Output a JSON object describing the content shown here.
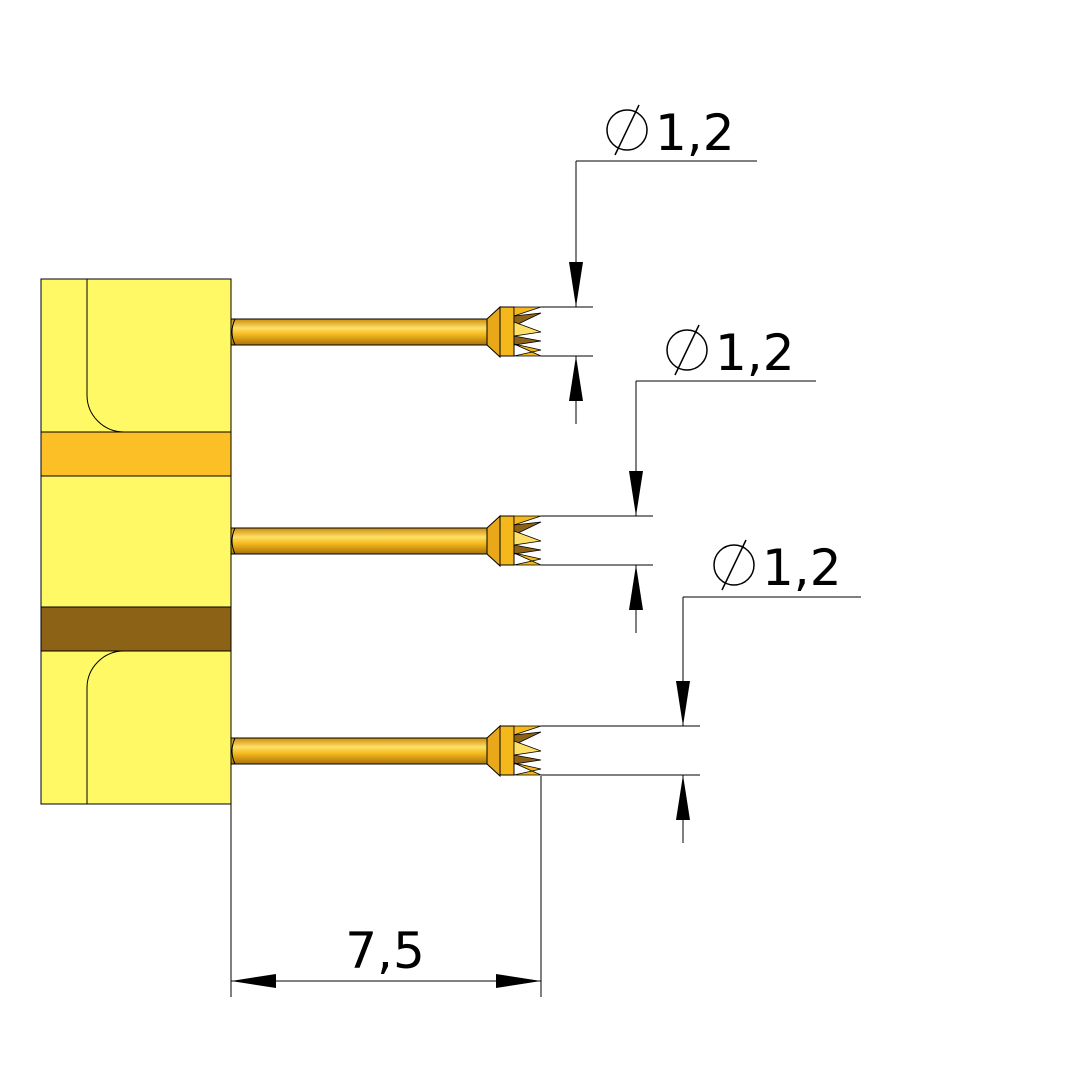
{
  "drawing": {
    "diameter_symbol": "⌀",
    "pin_dimensions": [
      {
        "label": "1,2"
      },
      {
        "label": "1,2"
      },
      {
        "label": "1,2"
      }
    ],
    "length_dimension": {
      "label": "7,5"
    }
  },
  "colors": {
    "body": "#FFF966",
    "band_orange": "#FCBF26",
    "band_brown": "#8C6216",
    "pin_gold": "#F4B81C",
    "pin_highlight": "#FFE066",
    "pin_shadow": "#B07A10"
  }
}
